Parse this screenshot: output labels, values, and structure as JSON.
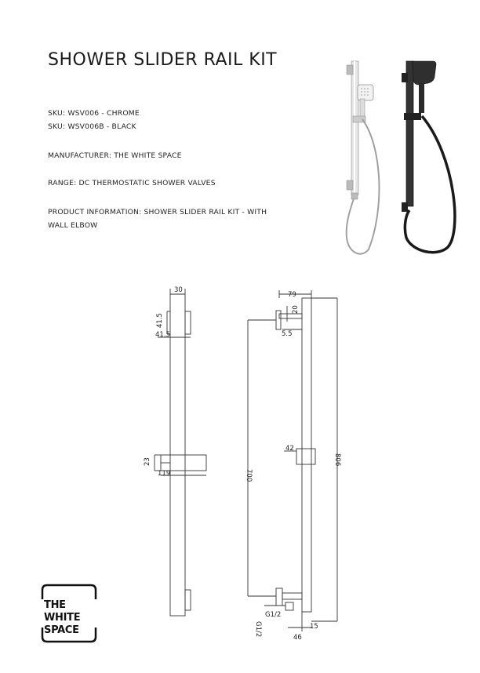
{
  "title": "SHOWER SLIDER RAIL KIT",
  "info": {
    "sku_chrome": "SKU: WSV006 - CHROME",
    "sku_black": "SKU: WSV006B - BLACK",
    "manufacturer": "MANUFACTURER: THE WHITE SPACE",
    "range": "RANGE: DC THERMOSTATIC SHOWER VALVES",
    "product_line1": "PRODUCT INFORMATION: SHOWER SLIDER RAIL KIT - WITH",
    "product_line2": "WALL ELBOW"
  },
  "dimensions": {
    "front_top_width": "30",
    "front_bracket_height": "41.5",
    "front_bracket_width": "41.5",
    "front_slider_height": "23",
    "front_slider_width": "119",
    "side_top_depth": "79",
    "side_bracket_offset": "20",
    "side_bracket_thickness": "5.5",
    "side_rail_length": "700",
    "side_slider_depth": "42",
    "side_total_height": "806",
    "side_thread_1": "G1/2",
    "side_thread_2": "G1/2",
    "side_bottom_depth": "46",
    "side_bottom_height": "15"
  },
  "logo": {
    "line1": "THE",
    "line2": "WHITE",
    "line3": "SPACE"
  },
  "colors": {
    "chrome": "#c8c8c8",
    "black": "#2a2a2a",
    "line": "#333333"
  }
}
